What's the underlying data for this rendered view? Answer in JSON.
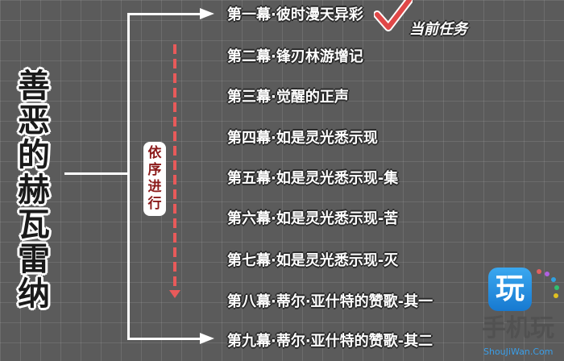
{
  "title": [
    "善",
    "恶",
    "的",
    "赫",
    "瓦",
    "雷",
    "纳"
  ],
  "order_label": [
    "依",
    "序",
    "进",
    "行"
  ],
  "current_task_label": "当前任务",
  "items": [
    "第一幕·彼时漫天异彩",
    "第二幕·锋刃林游增记",
    "第三幕·觉醒的正声",
    "第四幕·如是灵光悉示现",
    "第五幕·如是灵光悉示现-集",
    "第六幕·如是灵光悉示现-苦",
    "第七幕·如是灵光悉示现-灭",
    "第八幕·蒂尔·亚什特的赞歌-其一",
    "第九幕·蒂尔·亚什特的赞歌-其二"
  ],
  "watermark": {
    "logo": "玩",
    "name": "手机玩",
    "url": "ShouJiWan.Com"
  },
  "colors": {
    "background": "#5b5b5b",
    "accent_red": "#e85a5a",
    "order_text": "#8b1a1a",
    "logo_blue": "#1f8fe0"
  }
}
